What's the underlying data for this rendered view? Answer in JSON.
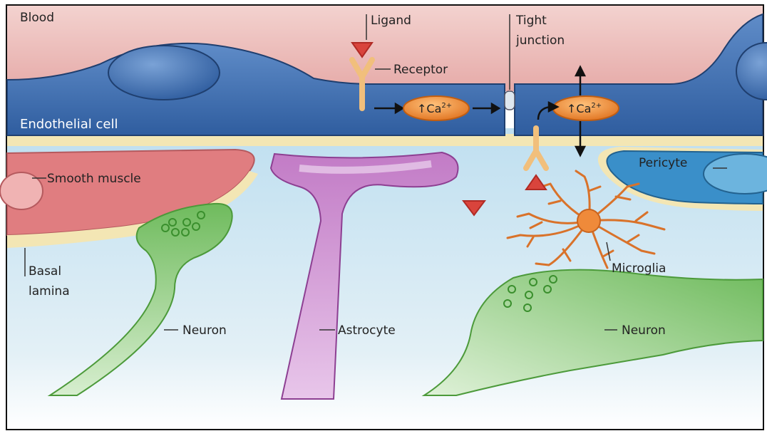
{
  "labels": {
    "blood": "Blood",
    "ligand": "Ligand",
    "tight_junction_line1": "Tight",
    "tight_junction_line2": "junction",
    "receptor": "Receptor",
    "endothelial_cell": "Endothelial cell",
    "pericyte": "Pericyte",
    "smooth_muscle": "Smooth muscle",
    "microglia": "Microglia",
    "basal_line1": "Basal",
    "basal_line2": "lamina",
    "neuron_left": "Neuron",
    "astrocyte": "Astrocyte",
    "neuron_right": "Neuron"
  },
  "ions": {
    "left": "↑Ca",
    "left_sup": "2+",
    "right": "↑Ca",
    "right_sup": "2+"
  },
  "colors": {
    "blood": "#e9b7b4",
    "endothelial": "#3f71b3",
    "basal_lamina": "#f3e6b4",
    "brain_fluid": "#cfe6f3",
    "smooth_muscle": "#e07d80",
    "astrocyte": "#b45ab8",
    "neuron": "#7fc36b",
    "pericyte": "#3a8fc9",
    "microglia": "#ef8a3a",
    "ligand": "#d9443c",
    "receptor": "#f1bf7c"
  }
}
